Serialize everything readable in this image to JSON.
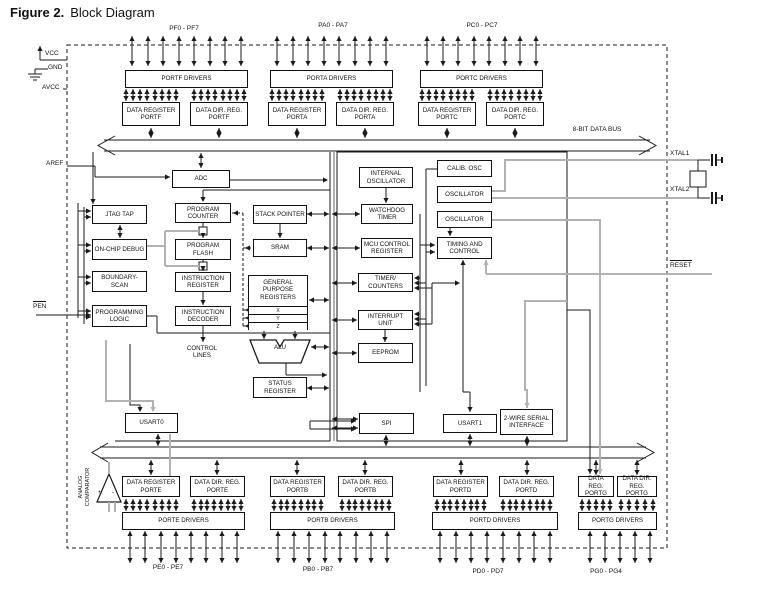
{
  "figure": {
    "label": "Figure 2.",
    "title": "Block Diagram"
  },
  "bus": {
    "top_label": "8-BIT DATA BUS"
  },
  "power": {
    "vcc": "VCC",
    "gnd": "GND",
    "avcc": "AVCC"
  },
  "pins_left": {
    "aref": "AREF",
    "pen": "PEN"
  },
  "pins_right": {
    "xtal1": "XTAL1",
    "xtal2": "XTAL2",
    "reset": "RESET"
  },
  "top_ports": [
    {
      "pins": "PF0 - PF7",
      "drivers": "PORTF DRIVERS",
      "data_register": "DATA REGISTER PORTF",
      "data_dir": "DATA DIR. REG. PORTF"
    },
    {
      "pins": "PA0 - PA7",
      "drivers": "PORTA DRIVERS",
      "data_register": "DATA REGISTER PORTA",
      "data_dir": "DATA DIR. REG. PORTA"
    },
    {
      "pins": "PC0 - PC7",
      "drivers": "PORTC DRIVERS",
      "data_register": "DATA REGISTER PORTC",
      "data_dir": "DATA DIR. REG. PORTC"
    }
  ],
  "bottom_ports": [
    {
      "pins": "PE0 - PE7",
      "drivers": "PORTE DRIVERS",
      "data_register": "DATA REGISTER PORTE",
      "data_dir": "DATA DIR. REG. PORTE"
    },
    {
      "pins": "PB0 - PB7",
      "drivers": "PORTB DRIVERS",
      "data_register": "DATA REGISTER PORTB",
      "data_dir": "DATA DIR. REG. PORTB"
    },
    {
      "pins": "PD0 - PD7",
      "drivers": "PORTD DRIVERS",
      "data_register": "DATA REGISTER PORTD",
      "data_dir": "DATA DIR. REG. PORTD"
    },
    {
      "pins": "PG0 - PG4",
      "drivers": "PORTG DRIVERS",
      "data_register": "DATA REG. PORTG",
      "data_dir": "DATA DIR. REG. PORTG"
    }
  ],
  "left_column": {
    "jtag": "JTAG TAP",
    "ocd": "ON-CHIP DEBUG",
    "bscan": "BOUNDARY- SCAN",
    "plogic": "PROGRAMMING LOGIC"
  },
  "core": {
    "adc": "ADC",
    "pc": "PROGRAM COUNTER",
    "flash": "PROGRAM FLASH",
    "ir": "INSTRUCTION REGISTER",
    "id": "INSTRUCTION DECODER",
    "control_lines": "CONTROL LINES",
    "sp": "STACK POINTER",
    "sram": "SRAM",
    "gpr": "GENERAL PURPOSE REGISTERS",
    "gpr_rows": [
      "X",
      "Y",
      "Z"
    ],
    "alu": "ALU",
    "sreg": "STATUS REGISTER"
  },
  "peripherals": {
    "int_osc": "INTERNAL OSCILLATOR",
    "wdt": "WATCHDOG TIMER",
    "mcucr": "MCU CONTROL REGISTER",
    "timers": "TIMER/ COUNTERS",
    "interrupt": "INTERRUPT UNIT",
    "eeprom": "EEPROM",
    "spi": "SPI",
    "usart0": "USART0",
    "usart1": "USART1",
    "twi": "2-WIRE SERIAL INTERFACE",
    "calib_osc": "CALIB. OSC",
    "osc1": "OSCILLATOR",
    "osc2": "OSCILLATOR",
    "timing": "TIMING AND CONTROL"
  },
  "analog_comparator": {
    "label_line1": "ANALOG",
    "label_line2": "COMPARATOR",
    "plus": "+",
    "minus": "-"
  },
  "colors": {
    "wire": "#1a1a1a",
    "highlight": "#b2b2b2"
  }
}
